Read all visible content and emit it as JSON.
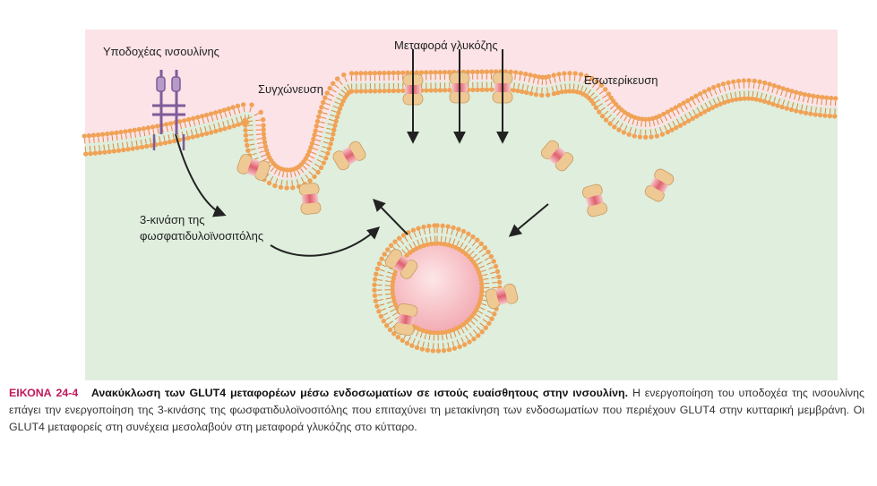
{
  "labels": {
    "insulin_receptor": "Υποδοχέας ινσουλίνης",
    "glucose_transport": "Μεταφορά γλυκόζης",
    "fusion": "Συγχώνευση",
    "internalization": "Εσωτερίκευση",
    "pi3k_line1": "3-κινάση της",
    "pi3k_line2": "φωσφατιδυλοϊνοσιτόλης"
  },
  "caption": {
    "figure_number": "ΕΙΚΟΝΑ 24-4",
    "title": "Ανακύκλωση των GLUT4 μεταφορέων μέσω ενδοσωματίων σε ιστούς ευαίσθητους στην ινσουλίνη.",
    "body": "Η ενεργοποίηση του υποδοχέα της ινσουλίνης επάγει την ενεργοποίηση της 3-κινάσης της φωσφατιδυλοϊνοσιτόλης που επιταχύνει τη μετακίνηση των ενδοσωματίων που περιέχουν GLUT4 στην κυτταρική μεμβράνη. Οι GLUT4 μεταφορείς στη συνέχεια μεσολαβούν στη μεταφορά γλυκόζης στο κύτταρο."
  },
  "colors": {
    "extracellular": "#fbe3e7",
    "cytoplasm": "#dfeedd",
    "membrane_head": "#f0a256",
    "membrane_tail": "#d98a3f",
    "transporter": "#efc993",
    "transporter_core": "#e2717f",
    "receptor": "#7f5b9a",
    "vesicle_lumen": "#f4b9bf",
    "figure_number": "#c2185b"
  }
}
